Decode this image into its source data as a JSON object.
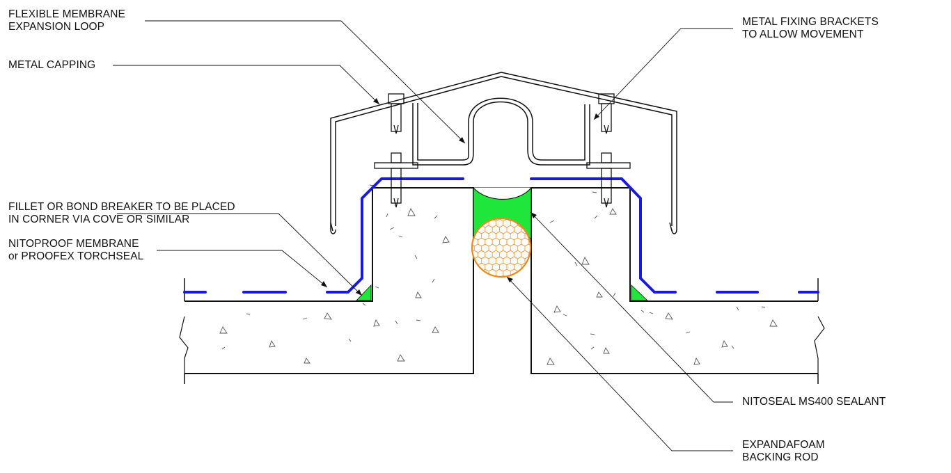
{
  "labels": {
    "flexible_membrane": [
      "FLEXIBLE MEMBRANE",
      "EXPANSION LOOP"
    ],
    "metal_capping": [
      "METAL CAPPING"
    ],
    "fillet": [
      "FILLET OR BOND BREAKER TO BE PLACED",
      "IN CORNER VIA COVE OR SIMILAR"
    ],
    "nitoproof": [
      "NITOPROOF MEMBRANE",
      "or PROOFEX TORCHSEAL"
    ],
    "fixing_brackets": [
      "METAL FIXING BRACKETS",
      "TO ALLOW MOVEMENT"
    ],
    "nitoseal": [
      "NITOSEAL MS400 SEALANT"
    ],
    "expandafoam": [
      "EXPANDAFOAM",
      "BACKING ROD"
    ]
  },
  "colors": {
    "membrane": "#1a1adb",
    "sealant": "#1fe63a",
    "backing_rod": "#ee8a1c",
    "linework": "#111111"
  }
}
